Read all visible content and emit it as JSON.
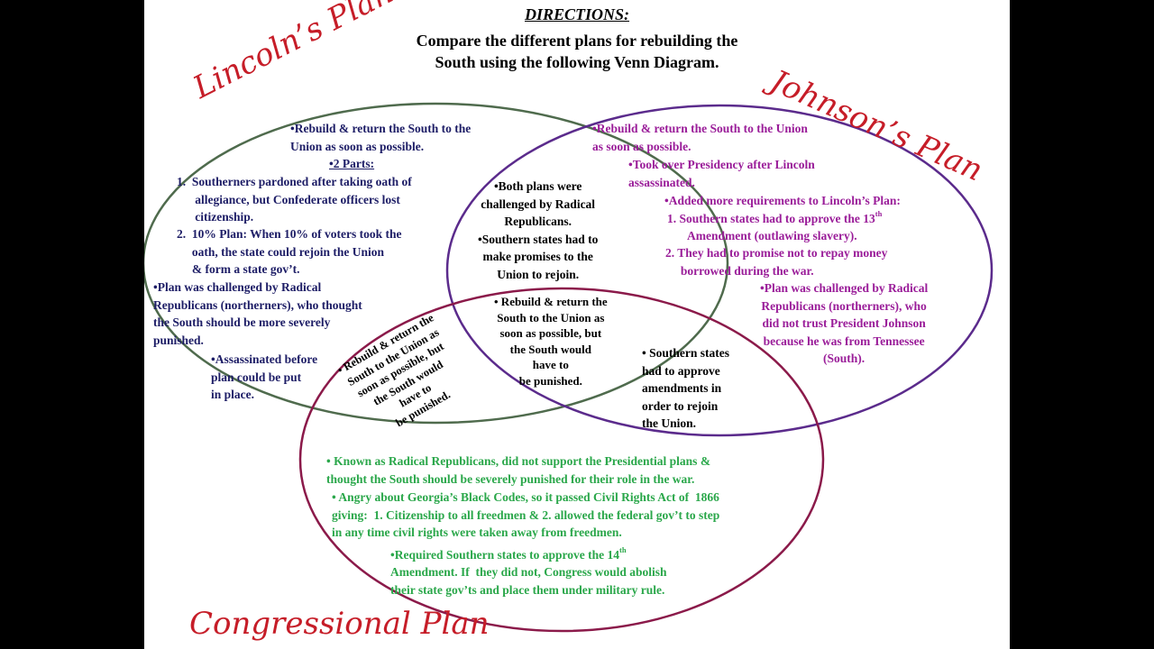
{
  "header": {
    "directions": "DIRECTIONS:",
    "instruction": "Compare the different plans for rebuilding the\nSouth using the following Venn Diagram."
  },
  "labels": {
    "lincoln": "Lincoln’s Plan",
    "johnson": "Johnson’s Plan",
    "congress": "Congressional Plan"
  },
  "colors": {
    "lincoln_circle": "#4f6b4d",
    "johnson_circle": "#5b2b8c",
    "congress_circle": "#8b1a4a",
    "lincoln_text": "#1d1d66",
    "johnson_text": "#9a1d99",
    "congress_text": "#2aa74a",
    "plan_labels": "#c61d28"
  },
  "lincoln": {
    "rebuild": "•Rebuild & return the South to the\nUnion as soon as possible.",
    "parts": "•2 Parts:",
    "part1": "1.  Southerners pardoned after taking oath of\n      allegiance, but Confederate officers lost\n      citizenship.",
    "part2": "2.  10% Plan: When 10% of voters took the\n     oath, the state could rejoin the Union\n     & form a state gov’t.",
    "challenged": "•Plan was challenged by Radical\nRepublicans (northerners), who thought\nthe South should be more severely\npunished.",
    "assassinated": "•Assassinated before\nplan could be put\nin place."
  },
  "johnson": {
    "rebuild": "•Rebuild & return the South to the Union\nas soon as possible.",
    "presidency": "•Took over Presidency after Lincoln\nassassinated.",
    "added": "•Added more requirements to Lincoln’s Plan:",
    "req1_a": "1. Southern states had to approve the 13",
    "req1_sup": "th",
    "req1_b": "Amendment (outlawing slavery).",
    "req2": "2. They had to promise not to repay money\n     borrowed during the war.",
    "challenged": "•Plan was challenged by Radical\nRepublicans (northerners), who\ndid not trust President Johnson\nbecause he was from Tennessee\n(South)."
  },
  "lincoln_johnson": "•Both plans were\nchallenged by Radical\nRepublicans.\n•Southern states had to\nmake promises to the\nUnion to rejoin.",
  "all_three": "• Rebuild & return the\nSouth to the Union as\nsoon as possible, but\nthe South would\nhave to\nbe punished.",
  "lincoln_congress": "• Rebuild & return the\nSouth to the Union as\nsoon as possible, but\nthe South would\nhave to\nbe punished.",
  "johnson_congress": "• Southern states\nhad to approve\namendments in\norder to rejoin\nthe Union.",
  "congress": {
    "radical": "• Known as Radical Republicans, did not support the Presidential plans &\nthought the South should be severely punished for their role in the war.",
    "angry": "• Angry about Georgia’s Black Codes, so it passed Civil Rights Act of  1866\ngiving:  1. Citizenship to all freedmen & 2. allowed the federal gov’t to step\nin any time civil rights were taken away from freedmen.",
    "required_a": "•Required Southern states to approve the 14",
    "required_sup": "th",
    "required_b": "Amendment. If  they did not, Congress would abolish\ntheir state gov’ts and place them under military rule."
  }
}
